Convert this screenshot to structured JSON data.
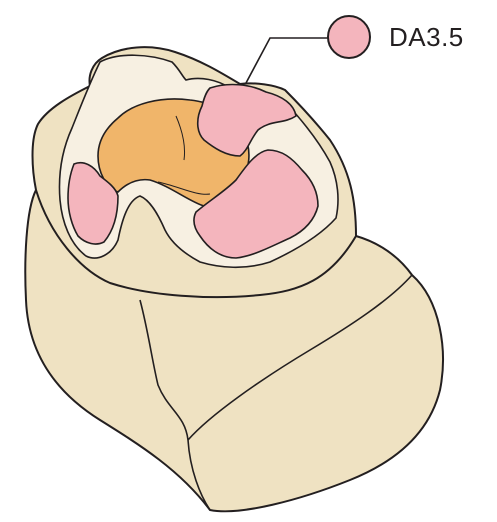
{
  "legend": {
    "label": "DA3.5",
    "swatch_color": "#f4b5bd"
  },
  "colors": {
    "tooth": "#efe2c2",
    "tooth_inner_rim": "#f7f0e2",
    "pulp_core": "#f0b56a",
    "composite": "#f4b5bd",
    "outline": "#231f20"
  },
  "parts": [
    "tooth-crown-body",
    "occlusal-rim",
    "pulp-core",
    "composite-buildup"
  ]
}
